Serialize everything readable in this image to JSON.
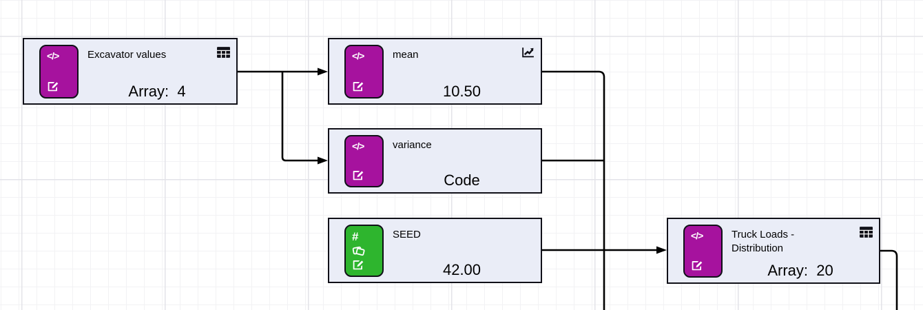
{
  "colors": {
    "node_fill": "#eaedf7",
    "node_border": "#101018",
    "magenta": "#a6129e",
    "green": "#2eb52e",
    "connector": "#000000",
    "grid_minor": "#f2f2f4",
    "grid_major": "#e3e3e8"
  },
  "glyphs": {
    "code": "</>",
    "hash": "#"
  },
  "nodes": [
    {
      "title": "Excavator values",
      "value": "Array:  4",
      "type": "code",
      "badge_color": "magenta",
      "corner_icon": "table"
    },
    {
      "title": "mean",
      "value": "10.50",
      "type": "code",
      "badge_color": "magenta",
      "corner_icon": "chart"
    },
    {
      "title": "variance",
      "value": "Code",
      "type": "code",
      "badge_color": "magenta",
      "corner_icon": ""
    },
    {
      "title": "SEED",
      "value": "42.00",
      "type": "number",
      "badge_color": "green",
      "corner_icon": ""
    },
    {
      "title": "Truck Loads - Distribution",
      "value": "Array:  20",
      "type": "code",
      "badge_color": "magenta",
      "corner_icon": "table"
    }
  ],
  "edges": [
    {
      "from": "Excavator values",
      "to": "mean"
    },
    {
      "from": "Excavator values",
      "to": "variance"
    },
    {
      "from": "mean",
      "to": "below-canvas"
    },
    {
      "from": "variance",
      "to": "below-canvas"
    },
    {
      "from": "SEED",
      "to": "Truck Loads - Distribution"
    },
    {
      "from": "Truck Loads - Distribution",
      "to": "below-canvas"
    }
  ]
}
